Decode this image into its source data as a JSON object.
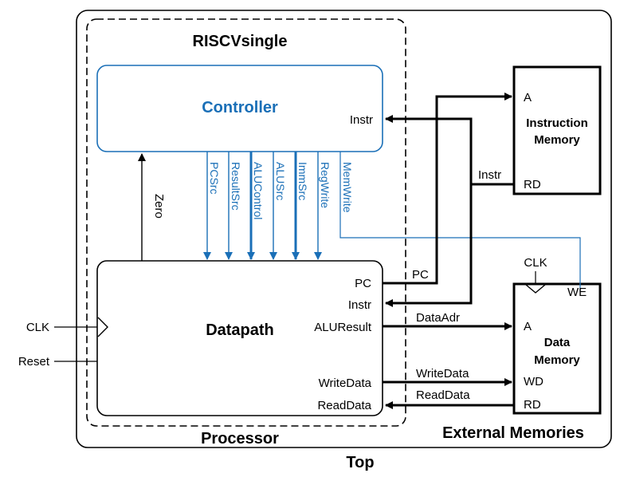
{
  "labels": {
    "top": "Top",
    "processor": "Processor",
    "riscv_single": "RISCVsingle",
    "external_memories": "External Memories",
    "controller": "Controller",
    "controller_instr": "Instr",
    "datapath": "Datapath",
    "datapath_ports": {
      "pc": "PC",
      "instr": "Instr",
      "aluresult": "ALUResult",
      "writedata": "WriteData",
      "readdata": "ReadData"
    },
    "imem": {
      "title_line1": "Instruction",
      "title_line2": "Memory",
      "a": "A",
      "rd": "RD"
    },
    "dmem": {
      "title_line1": "Data",
      "title_line2": "Memory",
      "a": "A",
      "wd": "WD",
      "rd": "RD",
      "we": "WE",
      "clk": "CLK"
    },
    "control_signals": [
      "PCSrc",
      "ResultSrc",
      "ALUControl",
      "ALUSrc",
      "ImmSrc",
      "RegWrite",
      "MemWrite"
    ],
    "zero": "Zero",
    "clk": "CLK",
    "reset": "Reset",
    "wires": {
      "pc": "PC",
      "instr": "Instr",
      "dataadr": "DataAdr",
      "writedata": "WriteData",
      "readdata": "ReadData"
    }
  },
  "colors": {
    "black": "#000000",
    "blue": "#1a6fb7"
  }
}
